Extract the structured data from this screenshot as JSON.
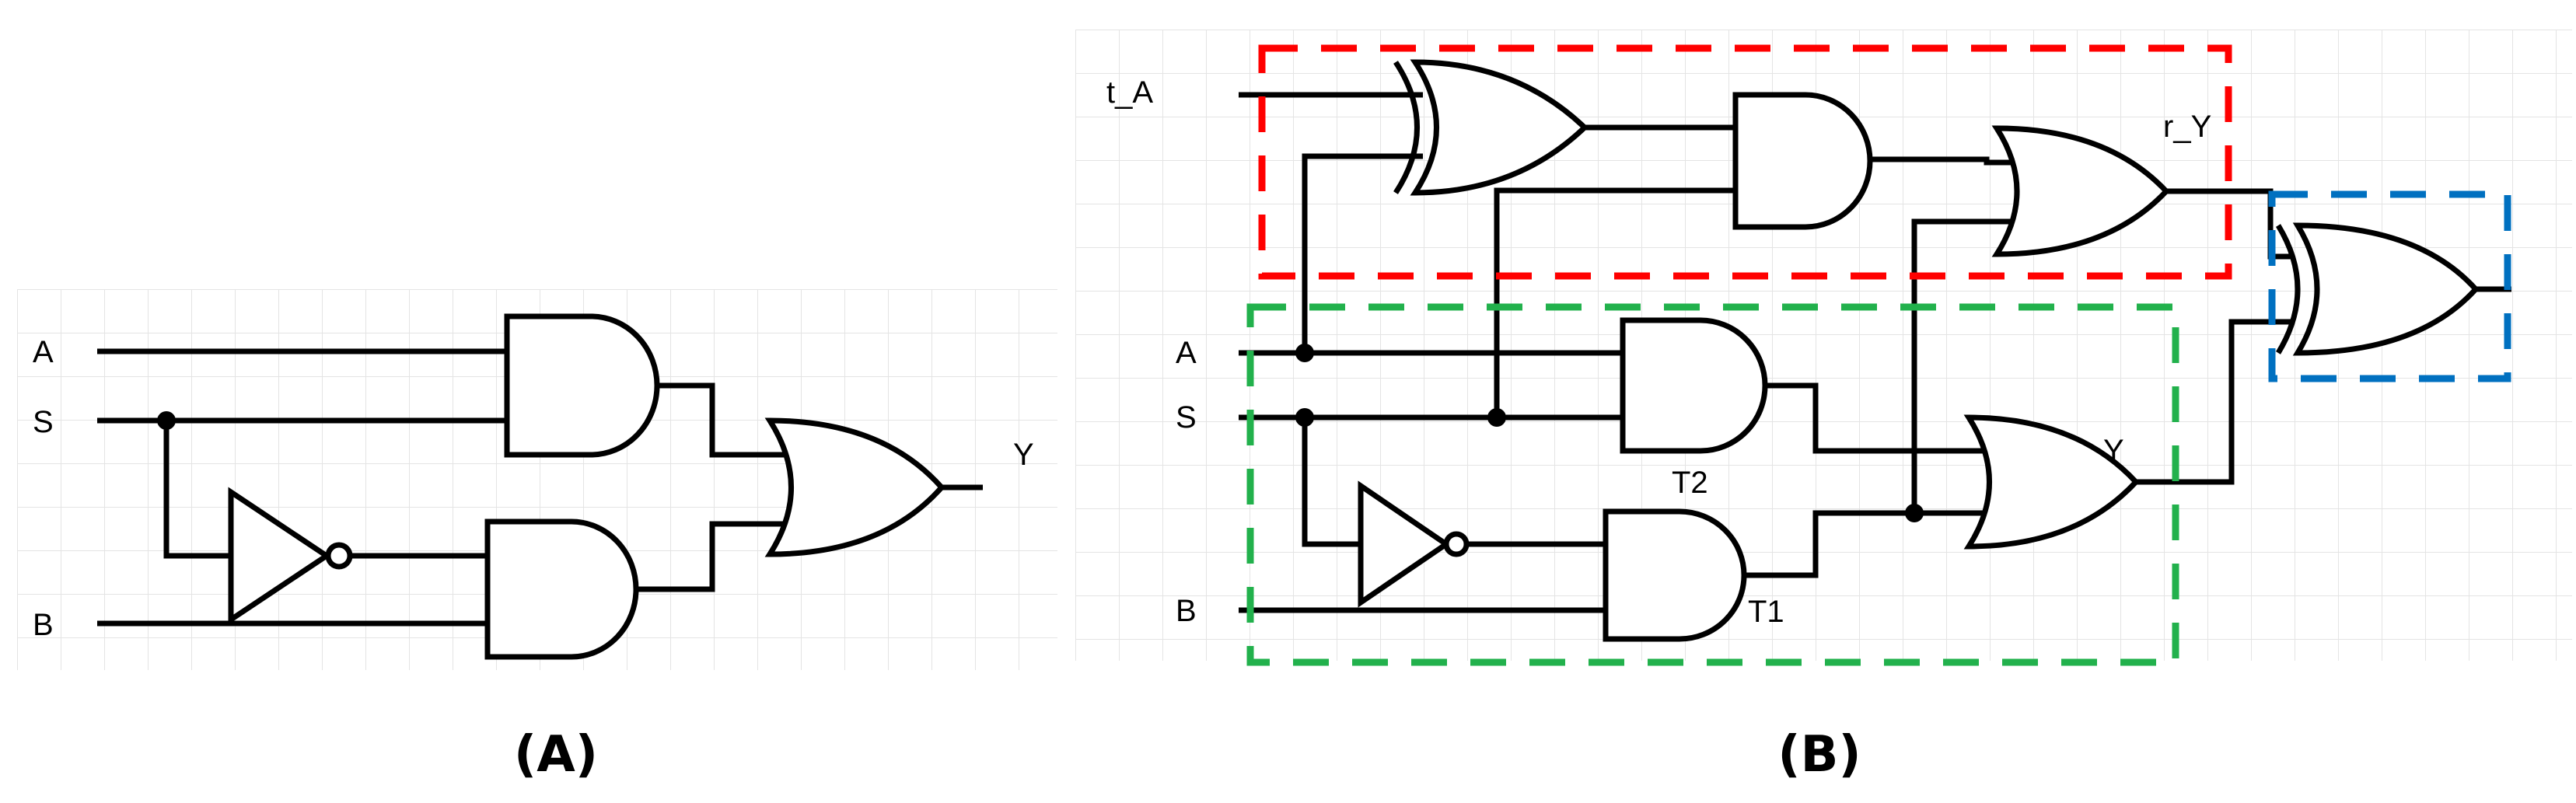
{
  "panel_a": {
    "caption": "(A)",
    "labels": {
      "a": "A",
      "s": "S",
      "b": "B",
      "y": "Y"
    }
  },
  "panel_b": {
    "caption": "(B)",
    "labels": {
      "t_a": "t_A",
      "r_y": "r_Y",
      "a": "A",
      "s": "S",
      "b": "B",
      "y": "Y",
      "t2": "T2",
      "t1": "T1"
    },
    "box_colors": {
      "red": "#ff0000",
      "green": "#22b14c",
      "blue": "#0070c0"
    }
  },
  "colors": {
    "grid": "#e4e4e4",
    "wire": "#000000"
  }
}
